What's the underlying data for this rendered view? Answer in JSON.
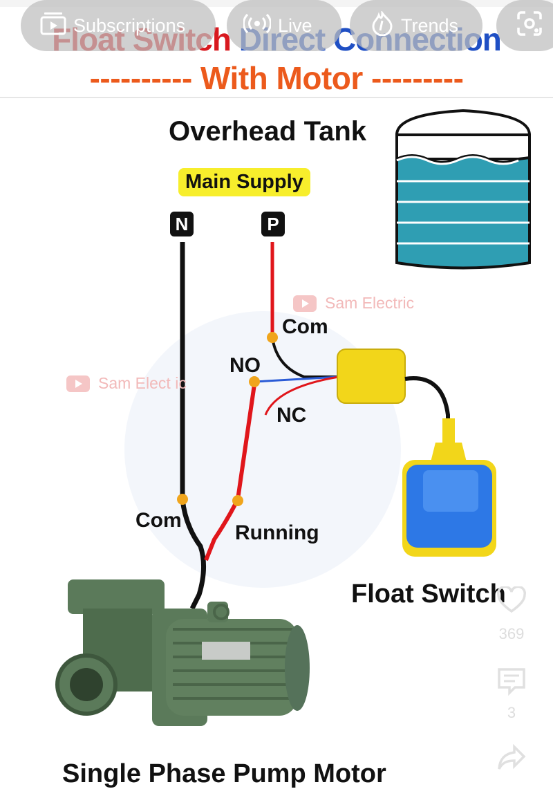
{
  "nav": {
    "chips": [
      {
        "label": "Subscriptions",
        "icon": "subscriptions-icon"
      },
      {
        "label": "Live",
        "icon": "live-icon"
      },
      {
        "label": "Trends",
        "icon": "trends-icon"
      },
      {
        "label": "",
        "icon": "lens-icon"
      }
    ]
  },
  "diagram": {
    "title_part1": "Float Switch",
    "title_part2": "Direct Connection",
    "title_line2": "---------- With Motor ---------",
    "overhead_tank": "Overhead Tank",
    "main_supply": "Main Supply",
    "terminal_n": "N",
    "terminal_p": "P",
    "com_top": "Com",
    "no": "NO",
    "nc": "NC",
    "com_bottom": "Com",
    "running": "Running",
    "float_switch": "Float Switch",
    "pump_label": "Single Phase Pump Motor",
    "watermark": "Sam Electric",
    "watermark_partial": "Sam Elect  ic",
    "colors": {
      "title_red": "#d8191f",
      "title_blue": "#1f4fc4",
      "title_orange": "#ec5a1c",
      "live_wire": "#e0161b",
      "neutral_wire": "#111111",
      "tank_water": "#2f9eb3",
      "float_blue": "#2d78e6",
      "float_yellow": "#f2d61a",
      "pump_green": "#5b7a5a",
      "junction": "#f0a51c"
    }
  },
  "side_actions": {
    "like_count": "369",
    "comment_count": "3",
    "share_label": "Share"
  }
}
